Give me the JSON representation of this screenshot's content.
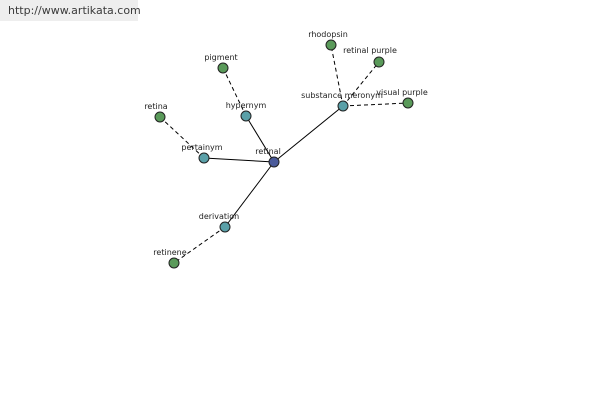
{
  "site": {
    "url": "http://www.artikata.com"
  },
  "colors": {
    "root": "#4a5a9a",
    "relation": "#5aa0a8",
    "word": "#5a9a5a"
  },
  "graph": {
    "nodes": [
      {
        "id": "retinal",
        "label": "retinal",
        "kind": "root"
      },
      {
        "id": "hypernym",
        "label": "hypernym",
        "kind": "relation"
      },
      {
        "id": "pertainym",
        "label": "pertainym",
        "kind": "relation"
      },
      {
        "id": "derivation",
        "label": "derivation",
        "kind": "relation"
      },
      {
        "id": "substance-meronym",
        "label": "substance meronym",
        "kind": "relation"
      },
      {
        "id": "pigment",
        "label": "pigment",
        "kind": "word"
      },
      {
        "id": "retina",
        "label": "retina",
        "kind": "word"
      },
      {
        "id": "retinene",
        "label": "retinene",
        "kind": "word"
      },
      {
        "id": "rhodopsin",
        "label": "rhodopsin",
        "kind": "word"
      },
      {
        "id": "retinal-purple",
        "label": "retinal purple",
        "kind": "word"
      },
      {
        "id": "visual-purple",
        "label": "visual purple",
        "kind": "word"
      }
    ],
    "edges": [
      {
        "from": "retinal",
        "to": "hypernym",
        "style": "solid"
      },
      {
        "from": "retinal",
        "to": "pertainym",
        "style": "solid"
      },
      {
        "from": "retinal",
        "to": "derivation",
        "style": "solid"
      },
      {
        "from": "retinal",
        "to": "substance-meronym",
        "style": "solid"
      },
      {
        "from": "hypernym",
        "to": "pigment",
        "style": "dashed"
      },
      {
        "from": "pertainym",
        "to": "retina",
        "style": "dashed"
      },
      {
        "from": "derivation",
        "to": "retinene",
        "style": "dashed"
      },
      {
        "from": "substance-meronym",
        "to": "rhodopsin",
        "style": "dashed"
      },
      {
        "from": "substance-meronym",
        "to": "retinal-purple",
        "style": "dashed"
      },
      {
        "from": "substance-meronym",
        "to": "visual-purple",
        "style": "dashed"
      }
    ]
  }
}
